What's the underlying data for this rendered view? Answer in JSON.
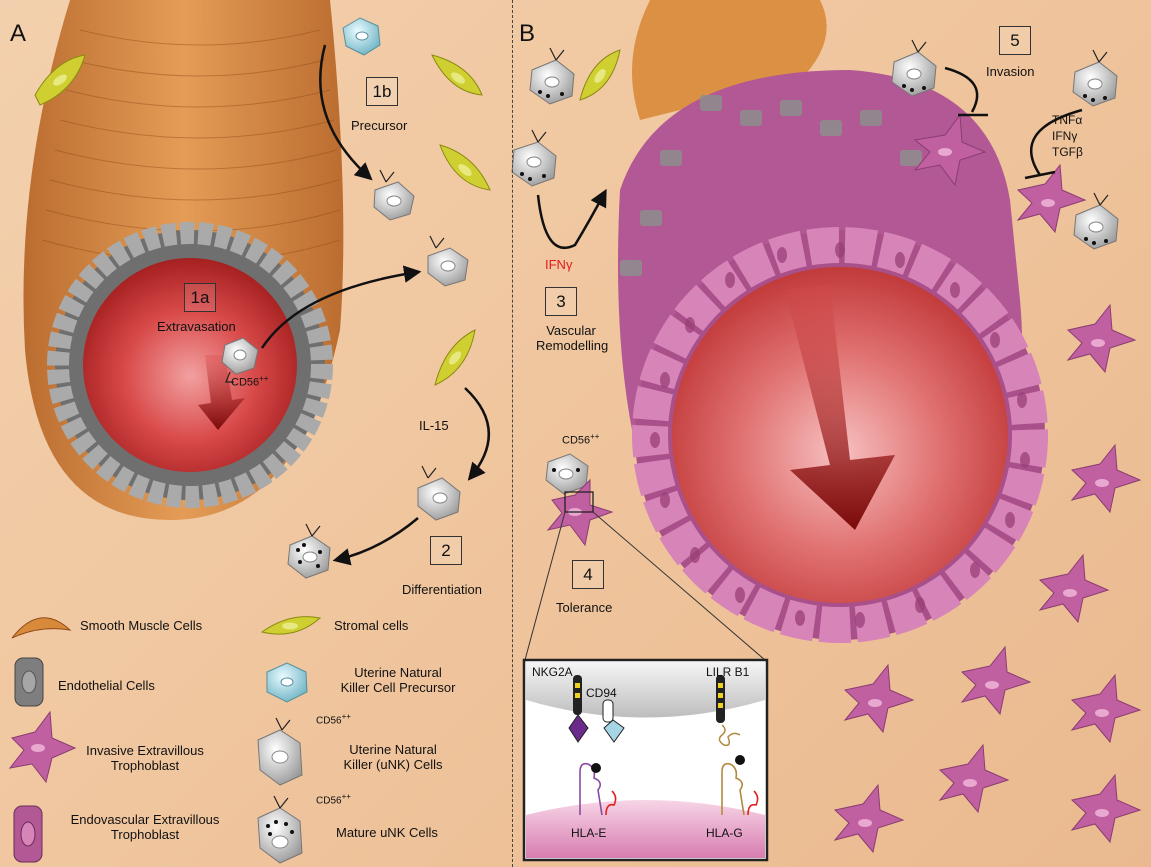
{
  "panels": {
    "a": "A",
    "b": "B"
  },
  "steps": {
    "s1a": {
      "num": "1a",
      "label": "Extravasation"
    },
    "s1b": {
      "num": "1b",
      "label": "Precursor"
    },
    "s2": {
      "num": "2",
      "label": "Differentiation"
    },
    "s3": {
      "num": "3",
      "label_line1": "Vascular",
      "label_line2": "Remodelling"
    },
    "s4": {
      "num": "4",
      "label": "Tolerance"
    },
    "s5": {
      "num": "5",
      "label": "Invasion"
    }
  },
  "annotations": {
    "il15": "IL-15",
    "ifn_red": "IFNγ",
    "cytokine_1": "TNFα",
    "cytokine_2": "IFNγ",
    "cytokine_3": "TGFβ",
    "cd56_marker": "CD56",
    "cd56_sup": "++"
  },
  "inset": {
    "receptor_1": "NKG2A",
    "receptor_2": "CD94",
    "receptor_3": "LILR B1",
    "ligand_1": "HLA-E",
    "ligand_2": "HLA-G"
  },
  "legend": {
    "smooth_muscle": "Smooth Muscle Cells",
    "endothelial": "Endothelial Cells",
    "invasive_evt_1": "Invasive Extravillous",
    "invasive_evt_2": "Trophoblast",
    "endovascular_evt_1": "Endovascular Extravillous",
    "endovascular_evt_2": "Trophoblast",
    "stromal": "Stromal  cells",
    "unk_precursor_1": "Uterine Natural",
    "unk_precursor_2": "Killer Cell Precursor",
    "unk_1": "Uterine Natural",
    "unk_2": "Killer (uNK)  Cells",
    "mature_unk": "Mature uNK  Cells"
  },
  "colors": {
    "background": "#efc49c",
    "smooth_muscle": "#d9893a",
    "endothelial": "#8a8a8a",
    "trophoblast": "#c060a0",
    "stromal": "#c8c82a",
    "precursor": "#8fc9d6",
    "unk": "#cfcfcf",
    "lumen": "#c43a3a",
    "emphasis_red": "#e21c1c"
  }
}
